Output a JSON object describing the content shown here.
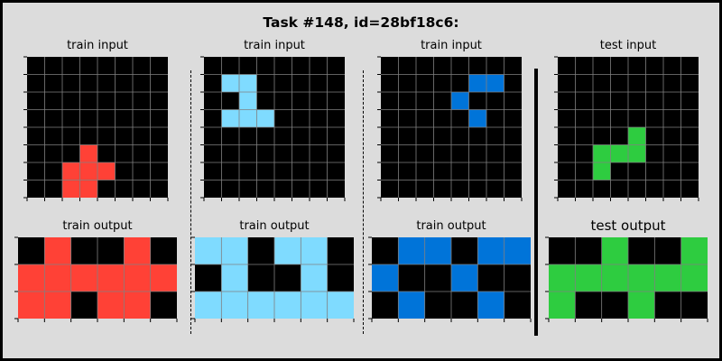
{
  "title": "Task #148, id=28bf18c6:",
  "colors": {
    "0": "#000000",
    "1": "#0074d9",
    "2": "#ff4136",
    "3": "#2ecc40",
    "8": "#7fdbff"
  },
  "panels": [
    {
      "id": "train-1",
      "input_label": "train input",
      "output_label": "train output",
      "input": [
        [
          0,
          0,
          0,
          0,
          0,
          0,
          0,
          0
        ],
        [
          0,
          0,
          0,
          0,
          0,
          0,
          0,
          0
        ],
        [
          0,
          0,
          0,
          0,
          0,
          0,
          0,
          0
        ],
        [
          0,
          0,
          0,
          0,
          0,
          0,
          0,
          0
        ],
        [
          0,
          0,
          0,
          0,
          0,
          0,
          0,
          0
        ],
        [
          0,
          0,
          0,
          2,
          0,
          0,
          0,
          0
        ],
        [
          0,
          0,
          2,
          2,
          2,
          0,
          0,
          0
        ],
        [
          0,
          0,
          2,
          2,
          0,
          0,
          0,
          0
        ]
      ],
      "output": [
        [
          0,
          2,
          0,
          0,
          2,
          0
        ],
        [
          2,
          2,
          2,
          2,
          2,
          2
        ],
        [
          2,
          2,
          0,
          2,
          2,
          0
        ]
      ]
    },
    {
      "id": "train-2",
      "input_label": "train input",
      "output_label": "train output",
      "input": [
        [
          0,
          0,
          0,
          0,
          0,
          0,
          0,
          0
        ],
        [
          0,
          8,
          8,
          0,
          0,
          0,
          0,
          0
        ],
        [
          0,
          0,
          8,
          0,
          0,
          0,
          0,
          0
        ],
        [
          0,
          8,
          8,
          8,
          0,
          0,
          0,
          0
        ],
        [
          0,
          0,
          0,
          0,
          0,
          0,
          0,
          0
        ],
        [
          0,
          0,
          0,
          0,
          0,
          0,
          0,
          0
        ],
        [
          0,
          0,
          0,
          0,
          0,
          0,
          0,
          0
        ],
        [
          0,
          0,
          0,
          0,
          0,
          0,
          0,
          0
        ]
      ],
      "output": [
        [
          8,
          8,
          0,
          8,
          8,
          0
        ],
        [
          0,
          8,
          0,
          0,
          8,
          0
        ],
        [
          8,
          8,
          8,
          8,
          8,
          8
        ]
      ]
    },
    {
      "id": "train-3",
      "input_label": "train input",
      "output_label": "train output",
      "input": [
        [
          0,
          0,
          0,
          0,
          0,
          0,
          0,
          0
        ],
        [
          0,
          0,
          0,
          0,
          0,
          1,
          1,
          0
        ],
        [
          0,
          0,
          0,
          0,
          1,
          0,
          0,
          0
        ],
        [
          0,
          0,
          0,
          0,
          0,
          1,
          0,
          0
        ],
        [
          0,
          0,
          0,
          0,
          0,
          0,
          0,
          0
        ],
        [
          0,
          0,
          0,
          0,
          0,
          0,
          0,
          0
        ],
        [
          0,
          0,
          0,
          0,
          0,
          0,
          0,
          0
        ],
        [
          0,
          0,
          0,
          0,
          0,
          0,
          0,
          0
        ]
      ],
      "output": [
        [
          0,
          1,
          1,
          0,
          1,
          1
        ],
        [
          1,
          0,
          0,
          1,
          0,
          0
        ],
        [
          0,
          1,
          0,
          0,
          1,
          0
        ]
      ]
    },
    {
      "id": "test",
      "input_label": "test input",
      "output_label": "test output",
      "input": [
        [
          0,
          0,
          0,
          0,
          0,
          0,
          0,
          0
        ],
        [
          0,
          0,
          0,
          0,
          0,
          0,
          0,
          0
        ],
        [
          0,
          0,
          0,
          0,
          0,
          0,
          0,
          0
        ],
        [
          0,
          0,
          0,
          0,
          0,
          0,
          0,
          0
        ],
        [
          0,
          0,
          0,
          0,
          3,
          0,
          0,
          0
        ],
        [
          0,
          0,
          3,
          3,
          3,
          0,
          0,
          0
        ],
        [
          0,
          0,
          3,
          0,
          0,
          0,
          0,
          0
        ],
        [
          0,
          0,
          0,
          0,
          0,
          0,
          0,
          0
        ]
      ],
      "output": [
        [
          0,
          0,
          3,
          0,
          0,
          3
        ],
        [
          3,
          3,
          3,
          3,
          3,
          3
        ],
        [
          3,
          0,
          0,
          3,
          0,
          0
        ]
      ]
    }
  ]
}
